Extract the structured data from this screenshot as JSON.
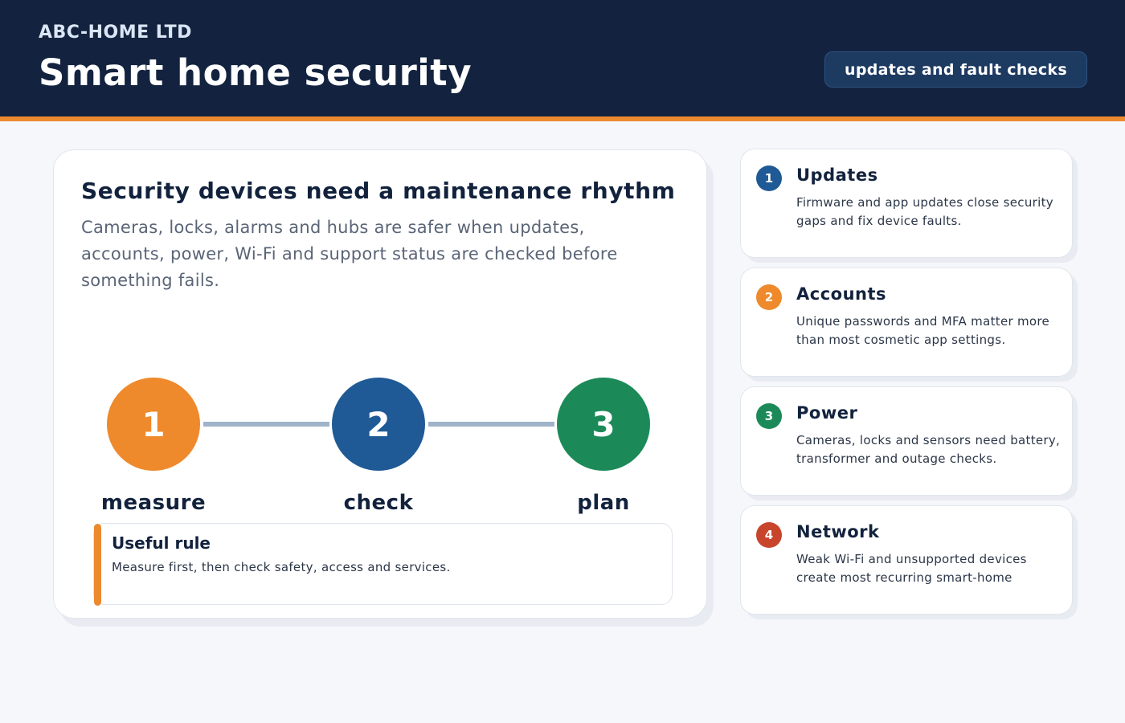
{
  "header": {
    "company": "ABC-HOME LTD",
    "title": "Smart home security",
    "badge": "updates and fault checks"
  },
  "main": {
    "heading": "Security devices need a maintenance rhythm",
    "description": "Cameras, locks, alarms and hubs are safer when updates, accounts, power, Wi-Fi and support status are checked before something fails.",
    "steps": [
      {
        "number": "1",
        "label": "measure",
        "color": "#ee8a2c"
      },
      {
        "number": "2",
        "label": "check",
        "color": "#1f5a96"
      },
      {
        "number": "3",
        "label": "plan",
        "color": "#1c8a58"
      }
    ],
    "rule": {
      "title": "Useful rule",
      "text": "Measure first, then check safety, access and services."
    }
  },
  "side_cards": [
    {
      "number": "1",
      "title": "Updates",
      "text": "Firmware and app updates close security gaps and fix device faults.",
      "color": "#1f5a96"
    },
    {
      "number": "2",
      "title": "Accounts",
      "text": "Unique passwords and MFA matter more than most cosmetic app settings.",
      "color": "#ee8a2c"
    },
    {
      "number": "3",
      "title": "Power",
      "text": "Cameras, locks and sensors need battery, transformer and outage checks.",
      "color": "#1c8a58"
    },
    {
      "number": "4",
      "title": "Network",
      "text": "Weak Wi-Fi and unsupported devices create most recurring smart-home",
      "color": "#c8452c"
    }
  ],
  "colors": {
    "header_bg": "#13233f",
    "accent": "#ec8a30",
    "page_bg": "#f5f7fa"
  }
}
